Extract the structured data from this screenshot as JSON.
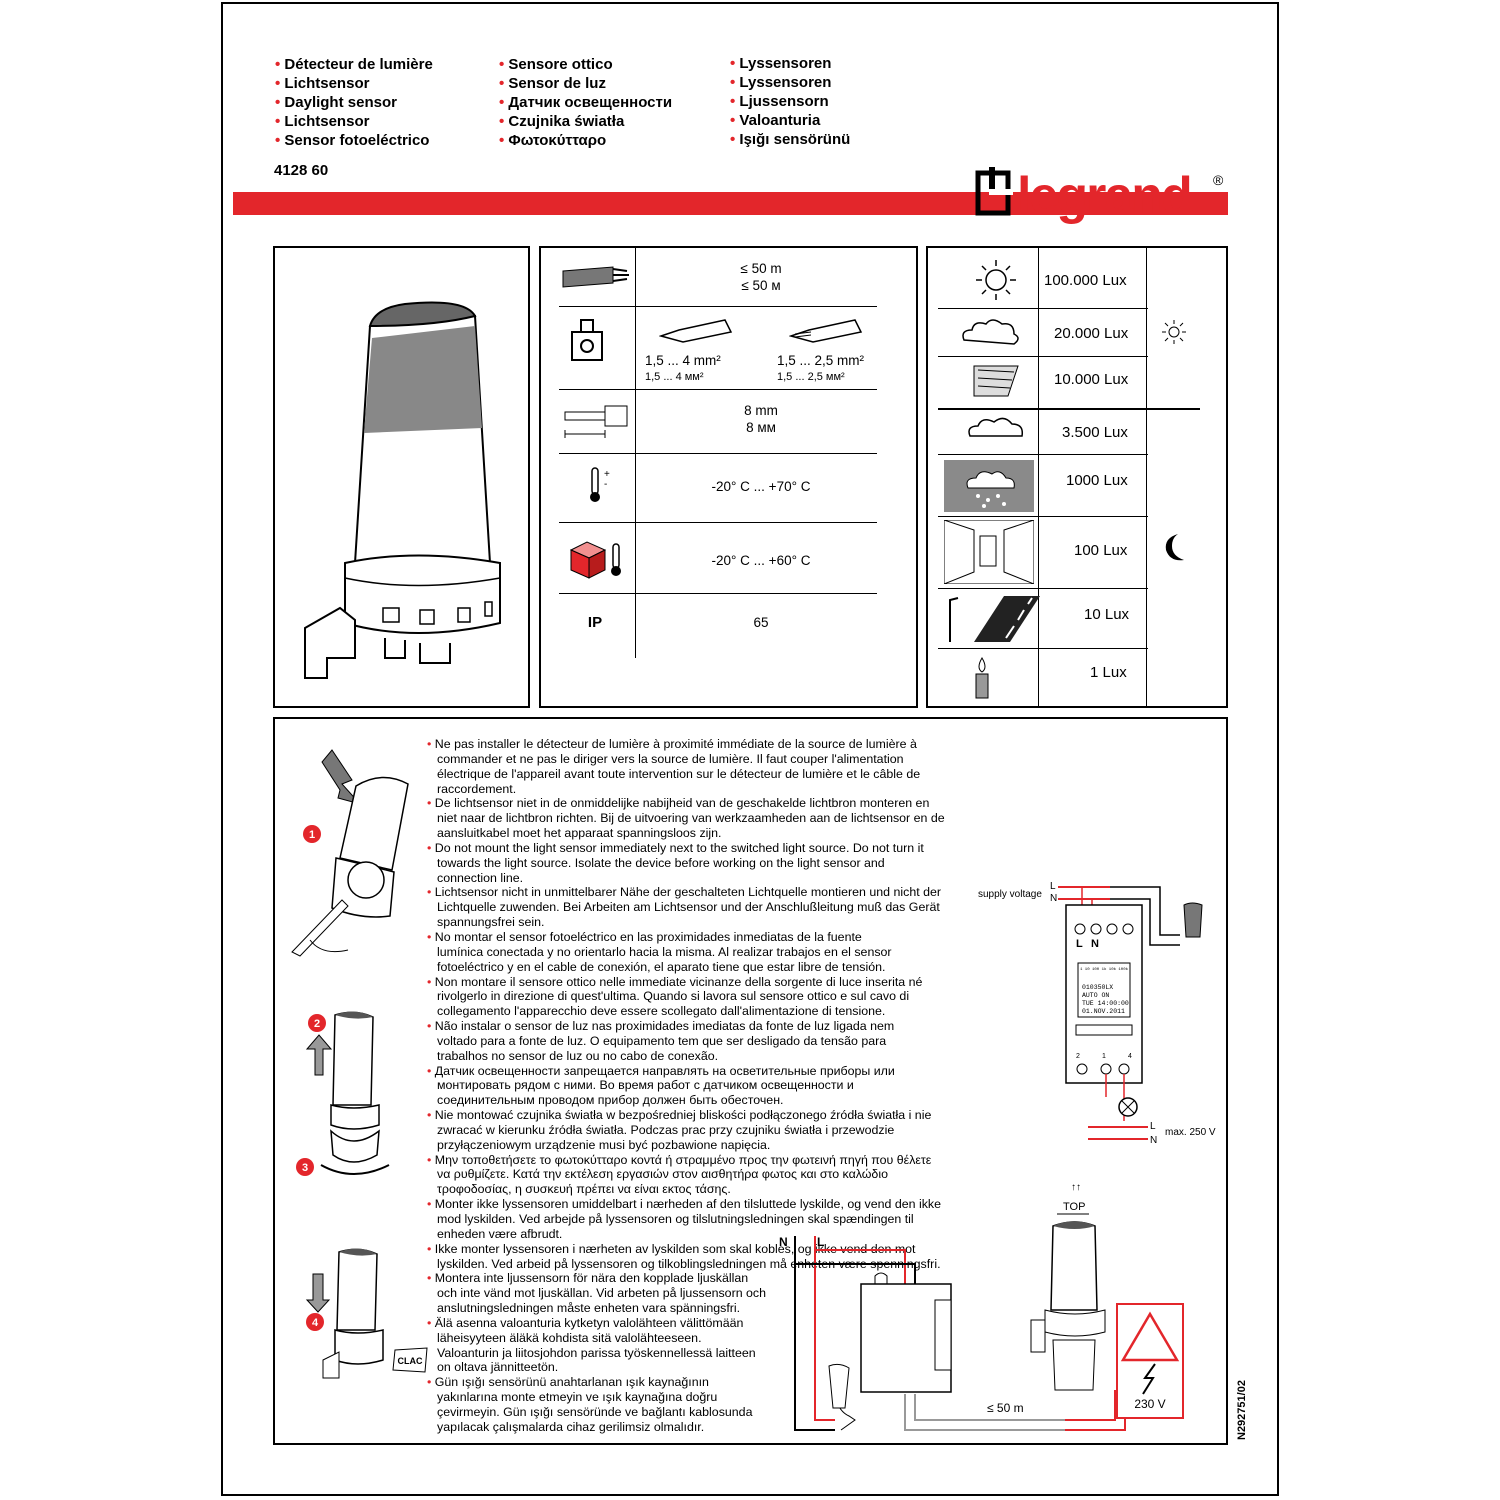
{
  "header": {
    "col1": [
      "Détecteur de lumière",
      "Lichtsensor",
      "Daylight sensor",
      "Lichtsensor",
      "Sensor fotoeléctrico"
    ],
    "col2": [
      "Sensore ottico",
      "Sensor de luz",
      "Датчик освещенности",
      "Czujnika światła",
      "Φωτοκύτταρο"
    ],
    "col3": [
      "Lyssensoren",
      "Lyssensoren",
      "Ljussensorn",
      "Valoanturia",
      "Işığı sensörünü"
    ],
    "reference": "4128 60",
    "brand": "legrand",
    "brand_mark": "®",
    "accent_color": "#e3262b"
  },
  "specs": {
    "cable_length": [
      "≤ 50 m",
      "≤ 50 м"
    ],
    "wire_rigid": [
      "1,5 ... 4 mm²",
      "1,5 ... 4 мм²"
    ],
    "wire_flex": [
      "1,5 ... 2,5 mm²",
      "1,5 ... 2,5 мм²"
    ],
    "strip_length": [
      "8 mm",
      "8 мм"
    ],
    "operating_temp": "-20° C ... +70° C",
    "storage_temp": "-20° C ... +60° C",
    "ip_label": "IP",
    "ip_value": "65"
  },
  "lux_scale": [
    "100.000 Lux",
    "20.000 Lux",
    "10.000 Lux",
    "3.500 Lux",
    "1000 Lux",
    "100 Lux",
    "10 Lux",
    "1 Lux"
  ],
  "instructions": [
    "Ne pas installer le détecteur de lumière à proximité immédiate de la source de lumière à commander et ne pas le diriger vers la source de lumière. Il faut couper l'alimentation électrique de l'appareil avant toute intervention sur le détecteur de lumière et le câble de raccordement.",
    "De lichtsensor niet in de onmiddelijke nabijheid van de geschakelde lichtbron monteren en niet naar de lichtbron richten. Bij de uitvoering van werkzaamheden aan de lichtsensor en de aansluitkabel moet het apparaat spanningsloos zijn.",
    "Do not mount the light sensor immediately next to the switched light source. Do not turn it towards the light source. Isolate the device before working on the light sensor and connection line.",
    "Lichtsensor nicht in unmittelbarer Nähe der geschalteten Lichtquelle montieren und nicht der Lichtquelle zuwenden. Bei Arbeiten am Lichtsensor und der Anschlußleitung muß das Gerät spannungsfrei sein.",
    "No montar el sensor fotoeléctrico en las proximidades inmediatas de la fuente lumínica conectada y no orientarlo hacia la misma. Al realizar trabajos en el sensor fotoeléctrico y en el cable de conexión, el aparato tiene que estar libre de tensión.",
    "Non montare il sensore ottico nelle immediate vicinanze della sorgente di luce inserita né rivolgerlo in direzione di quest'ultima. Quando si lavora sul sensore ottico e sul cavo di collegamento l'apparecchio deve essere scollegato dall'alimentazione di tensione.",
    "Não instalar o sensor de luz nas proximidades imediatas da fonte de luz ligada nem voltado para a fonte de luz. O equipamento tem que ser desligado da tensão para trabalhos no sensor de luz ou no cabo de conexão.",
    "Датчик освещенности запрещается направлять на осветительные приборы или монтировать рядом с ними. Во время работ с датчиком освещенности и соединительным проводом прибор должен быть обесточен.",
    "Nie montować czujnika światła w bezpośredniej bliskości podłączonego źródła światła i nie zwracać w kierunku źródła światła. Podczas prac przy czujniku światła i przewodzie przyłączeniowym urządzenie musi być pozbawione napięcia.",
    "Μην τοποθετήσετε το φωτοκύτταρο κοντά ή στραμμένο προς την φωτεινή πηγή που θέλετε να ρυθμίζετε. Κατά την εκτέλεση εργασιών στον αισθητήρα φωτος και στο καλώδιο τροφοδοσίας, η συσκευή πρέπει να είναι εκτος τάσης.",
    "Monter ikke lyssensoren umiddelbart i nærheden af den tilsluttede lyskilde, og vend den ikke mod lyskilden. Ved arbejde på lyssensoren og tilslutningsledningen skal spændingen til enheden være afbrudt.",
    "Ikke monter lyssensoren i nærheten av lyskilden som skal kobles, og ikke vend den mot lyskilden. Ved arbeid på lyssensoren og tilkoblingsledningen må enheten være spenningsfri.",
    "Montera inte ljussensorn för nära den kopplade ljuskällan och inte vänd mot ljuskällan. Vid arbeten på ljussensorn och anslutningsledningen måste enheten vara spänningsfri.",
    "Älä asenna valoanturia kytketyn valolähteen välittömään läheisyyteen äläkä kohdista sitä valolähteeseen. Valoanturin ja liitosjohdon parissa työskennellessä laitteen on oltava jännitteetön.",
    "Gün ışığı sensörünü anahtarlanan ışık kaynağının yakınlarına monte etmeyin ve ışık kaynağına doğru çevirmeyin. Gün ışığı sensöründe ve bağlantı kablosunda yapılacak çalışmalarda cihaz gerilimsiz olmalıdır."
  ],
  "steps": [
    "1",
    "2",
    "3",
    "4"
  ],
  "clac": "CLAC",
  "wiring": {
    "supply_voltage": "supply voltage",
    "L": "L",
    "N": "N",
    "max_voltage": "max. 250 V",
    "terminal_L": "L",
    "terminal_N": "N",
    "display": [
      "010350LX",
      "AUTO    ON",
      "TUE 14:00:00",
      "01.NOV.2011"
    ],
    "display_header": "1 10 100 1k 10k 100k",
    "contact_2": "2",
    "contact_1": "1",
    "contact_4": "4",
    "top": "TOP",
    "distance": "≤ 50 m",
    "voltage_230": "230 V"
  },
  "doc_code": "N292751/02"
}
